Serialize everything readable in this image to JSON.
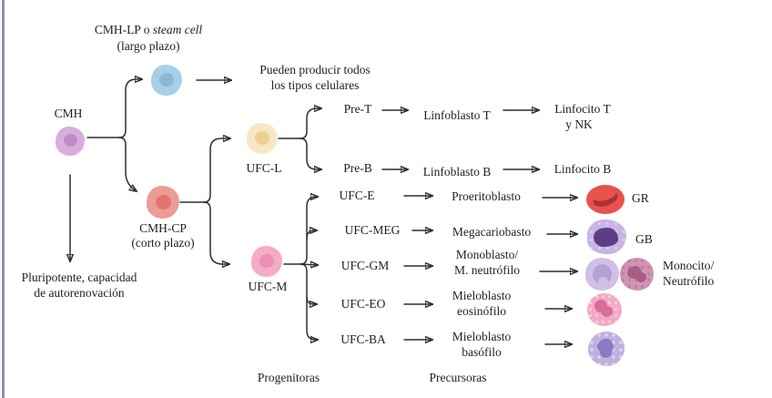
{
  "palette": {
    "line": "#2e2e2e",
    "text": "#1f1f1f",
    "frame_border": "#8b95a9"
  },
  "cells": {
    "cmh": {
      "body": "#d9aedd",
      "nucleus": "#c08cc8"
    },
    "cmh_lp": {
      "body": "#a8cfe8",
      "nucleus": "#8bb9d4"
    },
    "cmh_cp": {
      "body": "#ec9b95",
      "nucleus": "#e1756d"
    },
    "ufc_l": {
      "body": "#f8e7c3",
      "nucleus": "#f0cf96"
    },
    "ufc_m": {
      "body": "#f3abc6",
      "nucleus": "#ec8fb5"
    },
    "gr": {
      "body": "#e8514e",
      "crescent": "#a93330"
    },
    "gb": {
      "body": "#c8b5e3",
      "nucleus": "#5e3d87"
    },
    "monocito": {
      "body": "#cfc0e4",
      "nucleus": "#b3a2d6"
    },
    "neutrofilo": {
      "body": "#d093b0",
      "nucleus": "#a85e84"
    },
    "eosinofilo": {
      "body": "#f3a9c3",
      "nucleus": "#d76d99"
    },
    "basofilo": {
      "body": "#bfb0df",
      "nucleus": "#8b7ac4"
    }
  },
  "labels": {
    "cmh": "CMH",
    "cmh_lp_regular": "CMH-LP o ",
    "cmh_lp_italic": "steam cell",
    "cmh_lp_sub": "(largo plazo)",
    "produce_1": "Pueden producir todos",
    "produce_2": "los tipos celulares",
    "self_renew_1": "Pluripotente, capacidad",
    "self_renew_2": "de autorenovación",
    "cmh_cp": "CMH-CP",
    "cmh_cp_sub": "(corto plazo)",
    "ufc_l": "UFC-L",
    "ufc_m": "UFC-M",
    "pre_t": "Pre-T",
    "linfoblasto_t": "Linfoblasto T",
    "linfocito_t_1": "Linfocito T",
    "linfocito_t_2": "y NK",
    "pre_b": "Pre-B",
    "linfoblasto_b": "Linfoblasto B",
    "linfocito_b": "Linfocito B",
    "ufc_e": "UFC-E",
    "proeritoblasto": "Proeritoblasto",
    "gr": "GR",
    "ufc_meg": "UFC-MEG",
    "megacariobasto": "Megacariobasto",
    "gb": "GB",
    "ufc_gm": "UFC-GM",
    "monoblasto_1": "Monoblasto/",
    "monoblasto_2": "M. neutrófilo",
    "monocito_1": "Monocito/",
    "monocito_2": "Neutrófilo",
    "ufc_eo": "UFC-EO",
    "mieloblasto_eo_1": "Mieloblasto",
    "mieloblasto_eo_2": "eosinófilo",
    "ufc_ba": "UFC-BA",
    "mieloblasto_ba_1": "Mieloblasto",
    "mieloblasto_ba_2": "basófilo",
    "progenitoras": "Progenitoras",
    "precursoras": "Precursoras"
  }
}
